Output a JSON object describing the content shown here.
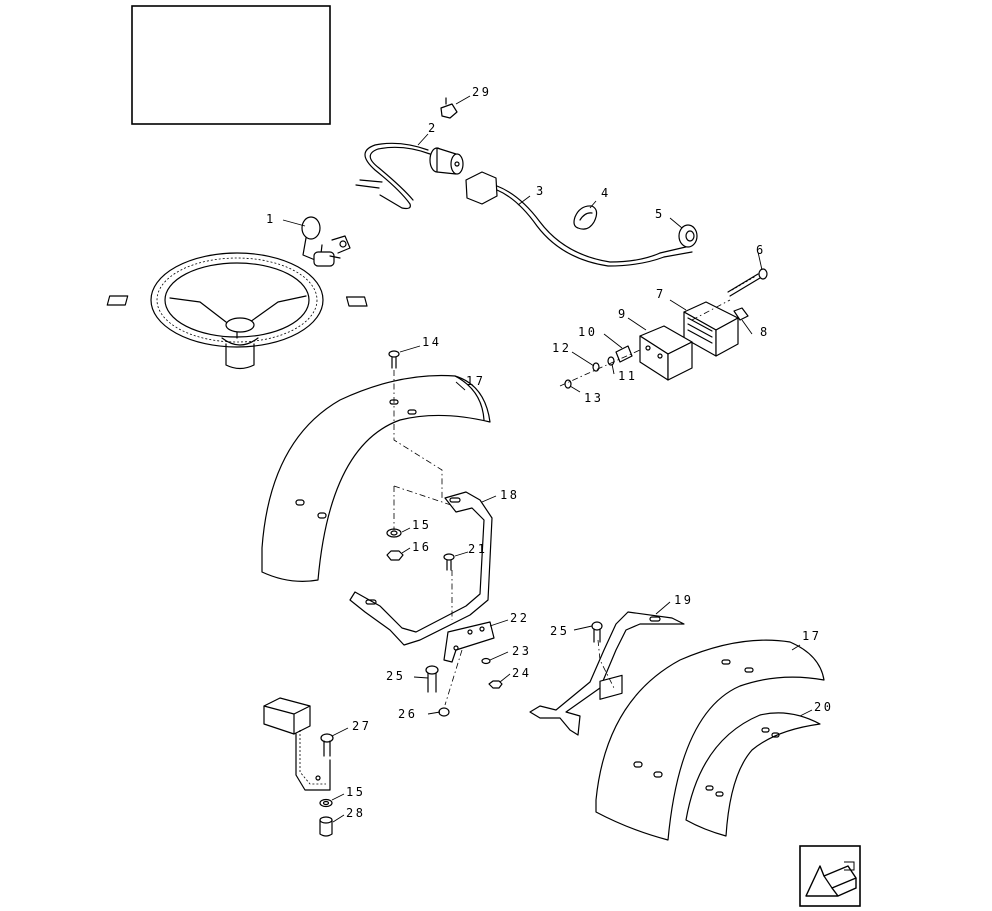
{
  "title_box": {
    "text": ""
  },
  "callouts": [
    {
      "id": "1",
      "text": "1"
    },
    {
      "id": "2",
      "text": "2"
    },
    {
      "id": "3",
      "text": "3"
    },
    {
      "id": "4",
      "text": "4"
    },
    {
      "id": "5",
      "text": "5"
    },
    {
      "id": "6",
      "text": "6"
    },
    {
      "id": "7",
      "text": "7"
    },
    {
      "id": "8",
      "text": "8"
    },
    {
      "id": "9",
      "text": "9"
    },
    {
      "id": "10",
      "text": "10"
    },
    {
      "id": "11",
      "text": "11"
    },
    {
      "id": "12",
      "text": "12"
    },
    {
      "id": "13",
      "text": "13"
    },
    {
      "id": "14",
      "text": "14"
    },
    {
      "id": "15a",
      "text": "15"
    },
    {
      "id": "15b",
      "text": "15"
    },
    {
      "id": "16",
      "text": "16"
    },
    {
      "id": "17a",
      "text": "17"
    },
    {
      "id": "17b",
      "text": "17"
    },
    {
      "id": "18",
      "text": "18"
    },
    {
      "id": "19",
      "text": "19"
    },
    {
      "id": "20",
      "text": "20"
    },
    {
      "id": "21",
      "text": "21"
    },
    {
      "id": "22",
      "text": "22"
    },
    {
      "id": "23",
      "text": "23"
    },
    {
      "id": "24",
      "text": "24"
    },
    {
      "id": "25a",
      "text": "25"
    },
    {
      "id": "25b",
      "text": "25"
    },
    {
      "id": "26",
      "text": "26"
    },
    {
      "id": "27",
      "text": "27"
    },
    {
      "id": "28",
      "text": "28"
    },
    {
      "id": "29",
      "text": "29"
    }
  ],
  "nav": {
    "icon": "back-arrow-icon"
  }
}
